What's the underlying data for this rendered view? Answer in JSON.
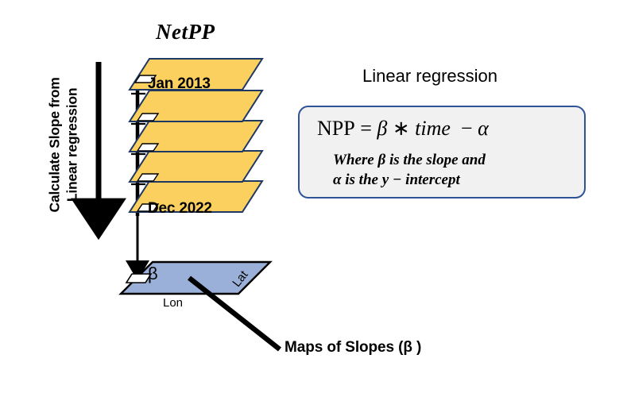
{
  "diagram": {
    "title": "NetPP",
    "stack": {
      "layer_count": 5,
      "top_label": "Jan 2013",
      "bottom_label": "Dec 2022",
      "fill_color": "#fbd05e",
      "stroke_color": "#1f3864"
    },
    "flow_arrow": {
      "caption_line1": "Calculate Slope from",
      "caption_line2": "Linear regression"
    },
    "slope_plane": {
      "symbol": "β",
      "x_axis_label": "Lon",
      "y_axis_label": "Lat",
      "fill_color": "#9bb0d8",
      "stroke_color": "#000000"
    },
    "output_caption": "Maps of Slopes (β )"
  },
  "regression": {
    "heading": "Linear regression",
    "equation": {
      "lhs": "NPP",
      "equals": "=",
      "beta": "β",
      "times": "∗",
      "time": "time",
      "minus": "−",
      "alpha": "α"
    },
    "note_line1": "Where β is the slope and",
    "note_line2": "α is the y − intercept",
    "box_border_color": "#2e5396",
    "box_fill_color": "#f1f1f1"
  }
}
